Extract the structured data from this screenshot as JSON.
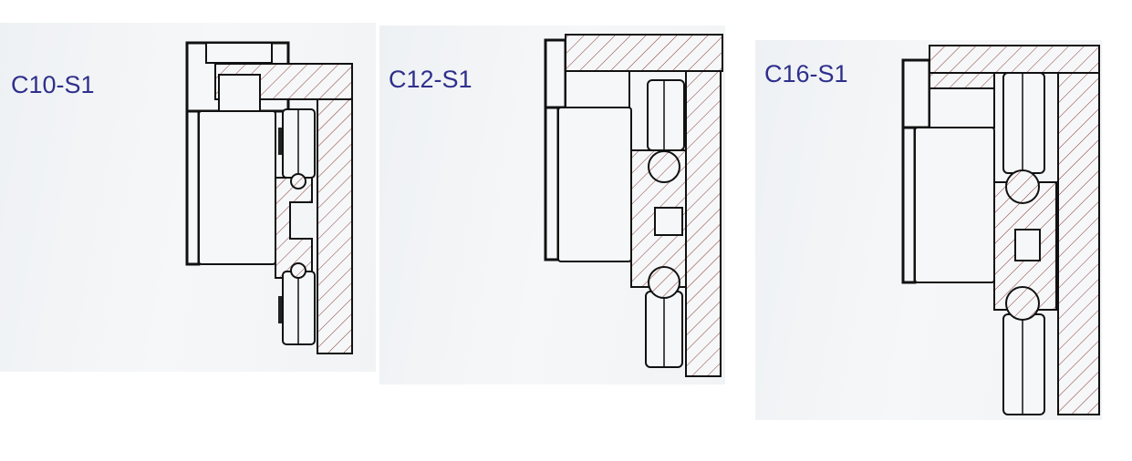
{
  "panels": [
    {
      "label": "C10-S1"
    },
    {
      "label": "C12-S1"
    },
    {
      "label": "C16-S1"
    }
  ],
  "colors": {
    "label": "#2f2f8c",
    "hatch": "#8a3a3a",
    "background": "#f3f5f7"
  }
}
